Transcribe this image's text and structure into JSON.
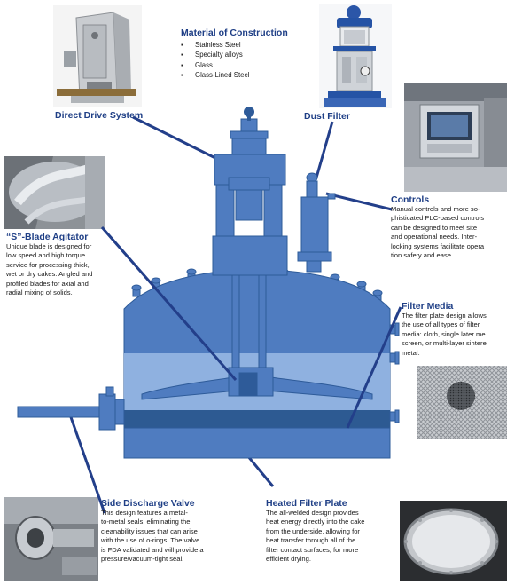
{
  "labels": {
    "direct_drive": "Direct Drive System",
    "dust_filter": "Dust Filter"
  },
  "material": {
    "title": "Material of Construction",
    "items": [
      "Stainless Steel",
      "Specialty alloys",
      "Glass",
      "Glass-Lined Steel"
    ]
  },
  "controls": {
    "title": "Controls",
    "lines": [
      "Manual controls and more so-",
      "phisticated PLC-based controls",
      "can be designed to meet site",
      "and operational needs.  Inter-",
      "locking systems facilitate opera",
      "tion safety and ease."
    ]
  },
  "agitator": {
    "title": "“S”-Blade Agitator",
    "lines": [
      "Unique blade is designed for",
      "low speed and high torque",
      "service for processing thick,",
      "wet or dry cakes.  Angled and",
      "profiled blades for axial and",
      "radial mixing of solids."
    ]
  },
  "filter_media": {
    "title": "Filter Media",
    "lines": [
      "The filter plate design allows",
      "the use of all types of filter",
      "media: cloth, single later me",
      "screen, or multi-layer sintere",
      "metal."
    ]
  },
  "side_valve": {
    "title": "Side Discharge Valve",
    "lines": [
      "This design features a metal-",
      "to-metal seals, eliminating the",
      "cleanability issues that can arise",
      "with the use of o-rings.  The valve",
      "is FDA validated and will provide a",
      "pressure/vacuum-tight seal."
    ]
  },
  "heated_plate": {
    "title": "Heated Filter Plate",
    "lines": [
      "The all-welded design provides",
      "heat energy directly into the cake",
      "from the underside, allowing for",
      "heat transfer through all of the",
      "filter contact surfaces, for more",
      "efficient drying."
    ]
  },
  "colors": {
    "vessel": "#4f7cc0",
    "vessel_light": "#8fb1e0",
    "vessel_dark": "#2e5b99",
    "filter_band": "#2d5a92",
    "leader": "#233f8a",
    "title": "#1f3f86"
  }
}
